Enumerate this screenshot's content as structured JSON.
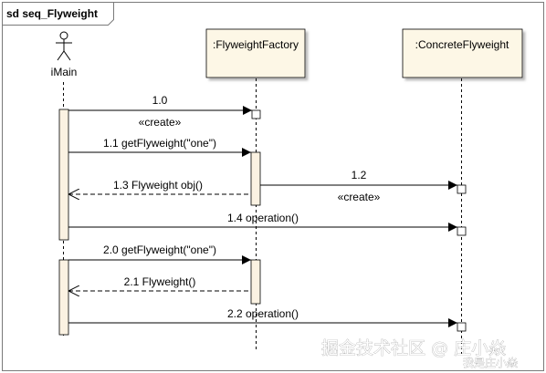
{
  "frame": {
    "title": "sd seq_Flyweight"
  },
  "actor": {
    "name": "iMain"
  },
  "lifelines": [
    {
      "id": "factory",
      "label": ":FlyweightFactory"
    },
    {
      "id": "concrete",
      "label": ":ConcreteFlyweight"
    }
  ],
  "messages": [
    {
      "id": "m10",
      "label": "1.0",
      "stereotype": "«create»",
      "from": "actor",
      "to": "factory",
      "kind": "create"
    },
    {
      "id": "m11",
      "label": "1.1 getFlyweight(\"one\")",
      "from": "actor",
      "to": "factory",
      "kind": "call"
    },
    {
      "id": "m13",
      "label": "1.3 Flyweight obj()",
      "from": "factory",
      "to": "actor",
      "kind": "return"
    },
    {
      "id": "m12",
      "label": "1.2",
      "stereotype": "«create»",
      "from": "factory",
      "to": "concrete",
      "kind": "create"
    },
    {
      "id": "m14",
      "label": "1.4 operation()",
      "from": "actor",
      "to": "concrete",
      "kind": "call"
    },
    {
      "id": "m20",
      "label": "2.0 getFlyweight(\"one\")",
      "from": "actor",
      "to": "factory",
      "kind": "call"
    },
    {
      "id": "m21",
      "label": "2.1 Flyweight()",
      "from": "factory",
      "to": "actor",
      "kind": "return"
    },
    {
      "id": "m22",
      "label": "2.2 operation()",
      "from": "actor",
      "to": "concrete",
      "kind": "call"
    }
  ],
  "watermark": {
    "text": "掘金技术社区 @ 庄小焱",
    "subtext": "我是庄小焱"
  },
  "colors": {
    "lifeline_fill": "#fdf7e6",
    "activation_fill": "#fbf2e2",
    "stroke": "#000000",
    "frame_stroke": "#7a7a7a"
  }
}
